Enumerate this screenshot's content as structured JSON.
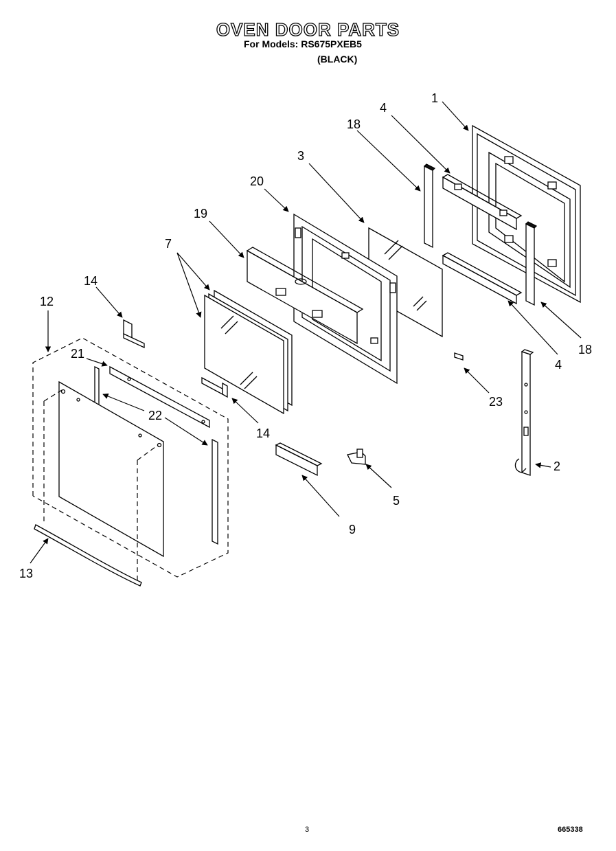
{
  "header": {
    "title": "OVEN DOOR PARTS",
    "models": "For Models: RS675PXEB5",
    "color": "(BLACK)"
  },
  "callouts": {
    "c1": "1",
    "c2": "2",
    "c3": "3",
    "c4a": "4",
    "c4b": "4",
    "c5": "5",
    "c7": "7",
    "c9": "9",
    "c12": "12",
    "c13": "13",
    "c14a": "14",
    "c14b": "14",
    "c18a": "18",
    "c18b": "18",
    "c19": "19",
    "c20": "20",
    "c21": "21",
    "c22": "22",
    "c23": "23"
  },
  "footer": {
    "page_number": "3",
    "document_number": "665338"
  }
}
